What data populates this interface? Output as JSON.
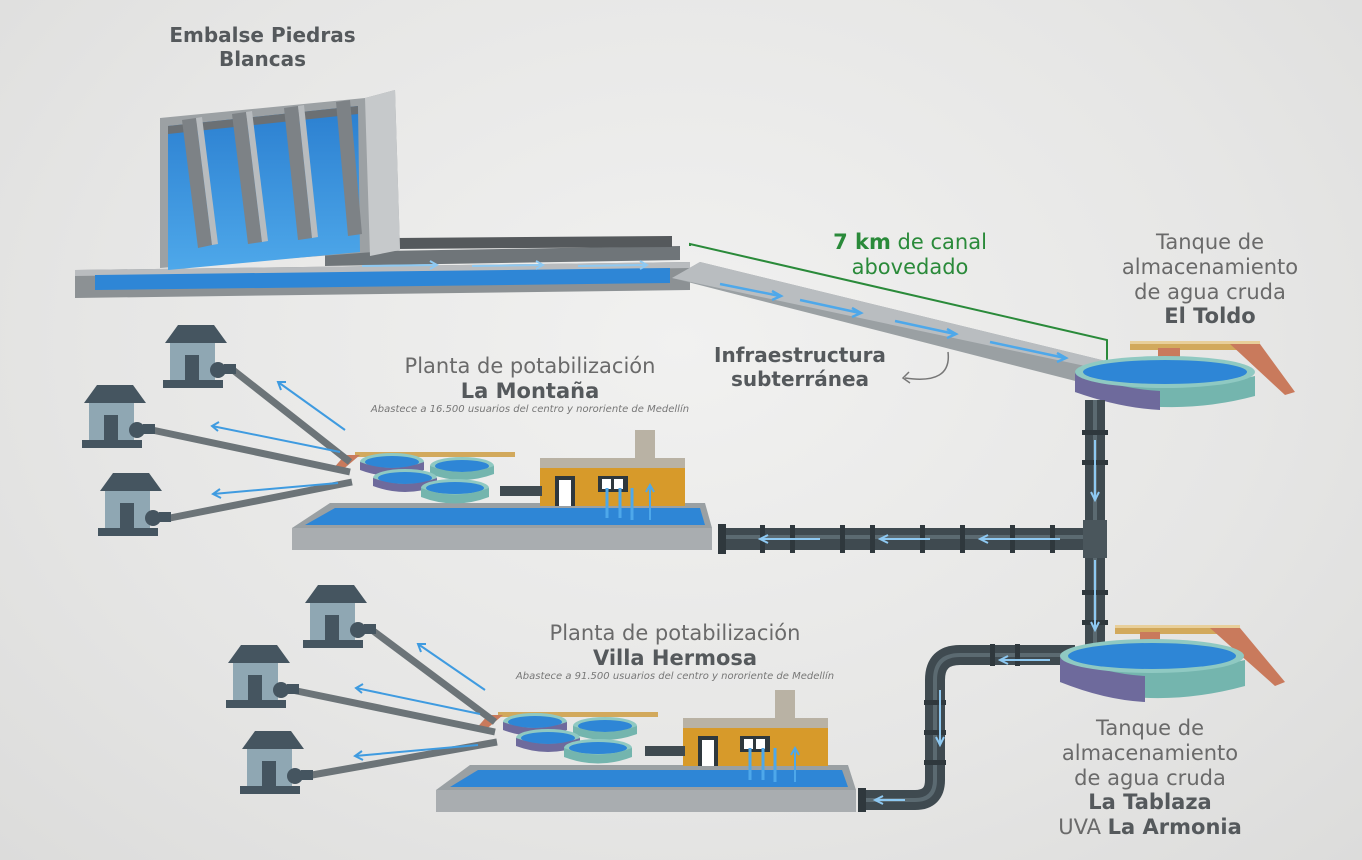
{
  "labels": {
    "reservoir": {
      "line1": "Embalse Piedras",
      "line2": "Blancas"
    },
    "canal": {
      "distance": "7 km",
      "rest": " de canal",
      "line2": "abovedado"
    },
    "underground": {
      "line1": "Infraestructura",
      "line2": "subterránea"
    },
    "tank_toldo": {
      "line1": "Tanque de",
      "line2": "almacenamiento",
      "line3": "de agua cruda",
      "name": "El Toldo"
    },
    "plant_montana": {
      "title": "Planta de potabilización",
      "name": "La Montaña",
      "note": "Abastece a 16.500 usuarios del centro y nororiente de Medellín"
    },
    "plant_villa": {
      "title": "Planta de potabilización",
      "name": "Villa Hermosa",
      "note": "Abastece a 91.500 usuarios del centro y nororiente de Medellín"
    },
    "tank_tablaza": {
      "line1": "Tanque de",
      "line2": "almacenamiento",
      "line3": "de agua cruda",
      "name": "La Tablaza",
      "prefix": "UVA ",
      "name2": "La Armonia"
    }
  },
  "colors": {
    "water": "#2e86d6",
    "water_light": "#5bb4ee",
    "concrete": "#a9adb0",
    "concrete_dark": "#7f8487",
    "pipe": "#3f4a50",
    "canal_line": "#2a8a3a",
    "house": "#455560",
    "building": "#d79a2a",
    "tank_purple": "#6e6a9c",
    "tank_teal": "#74b5ae"
  },
  "icons": [
    "dam-icon",
    "house-icon",
    "pump-icon",
    "tank-icon",
    "plant-building-icon",
    "arrow-icon"
  ]
}
